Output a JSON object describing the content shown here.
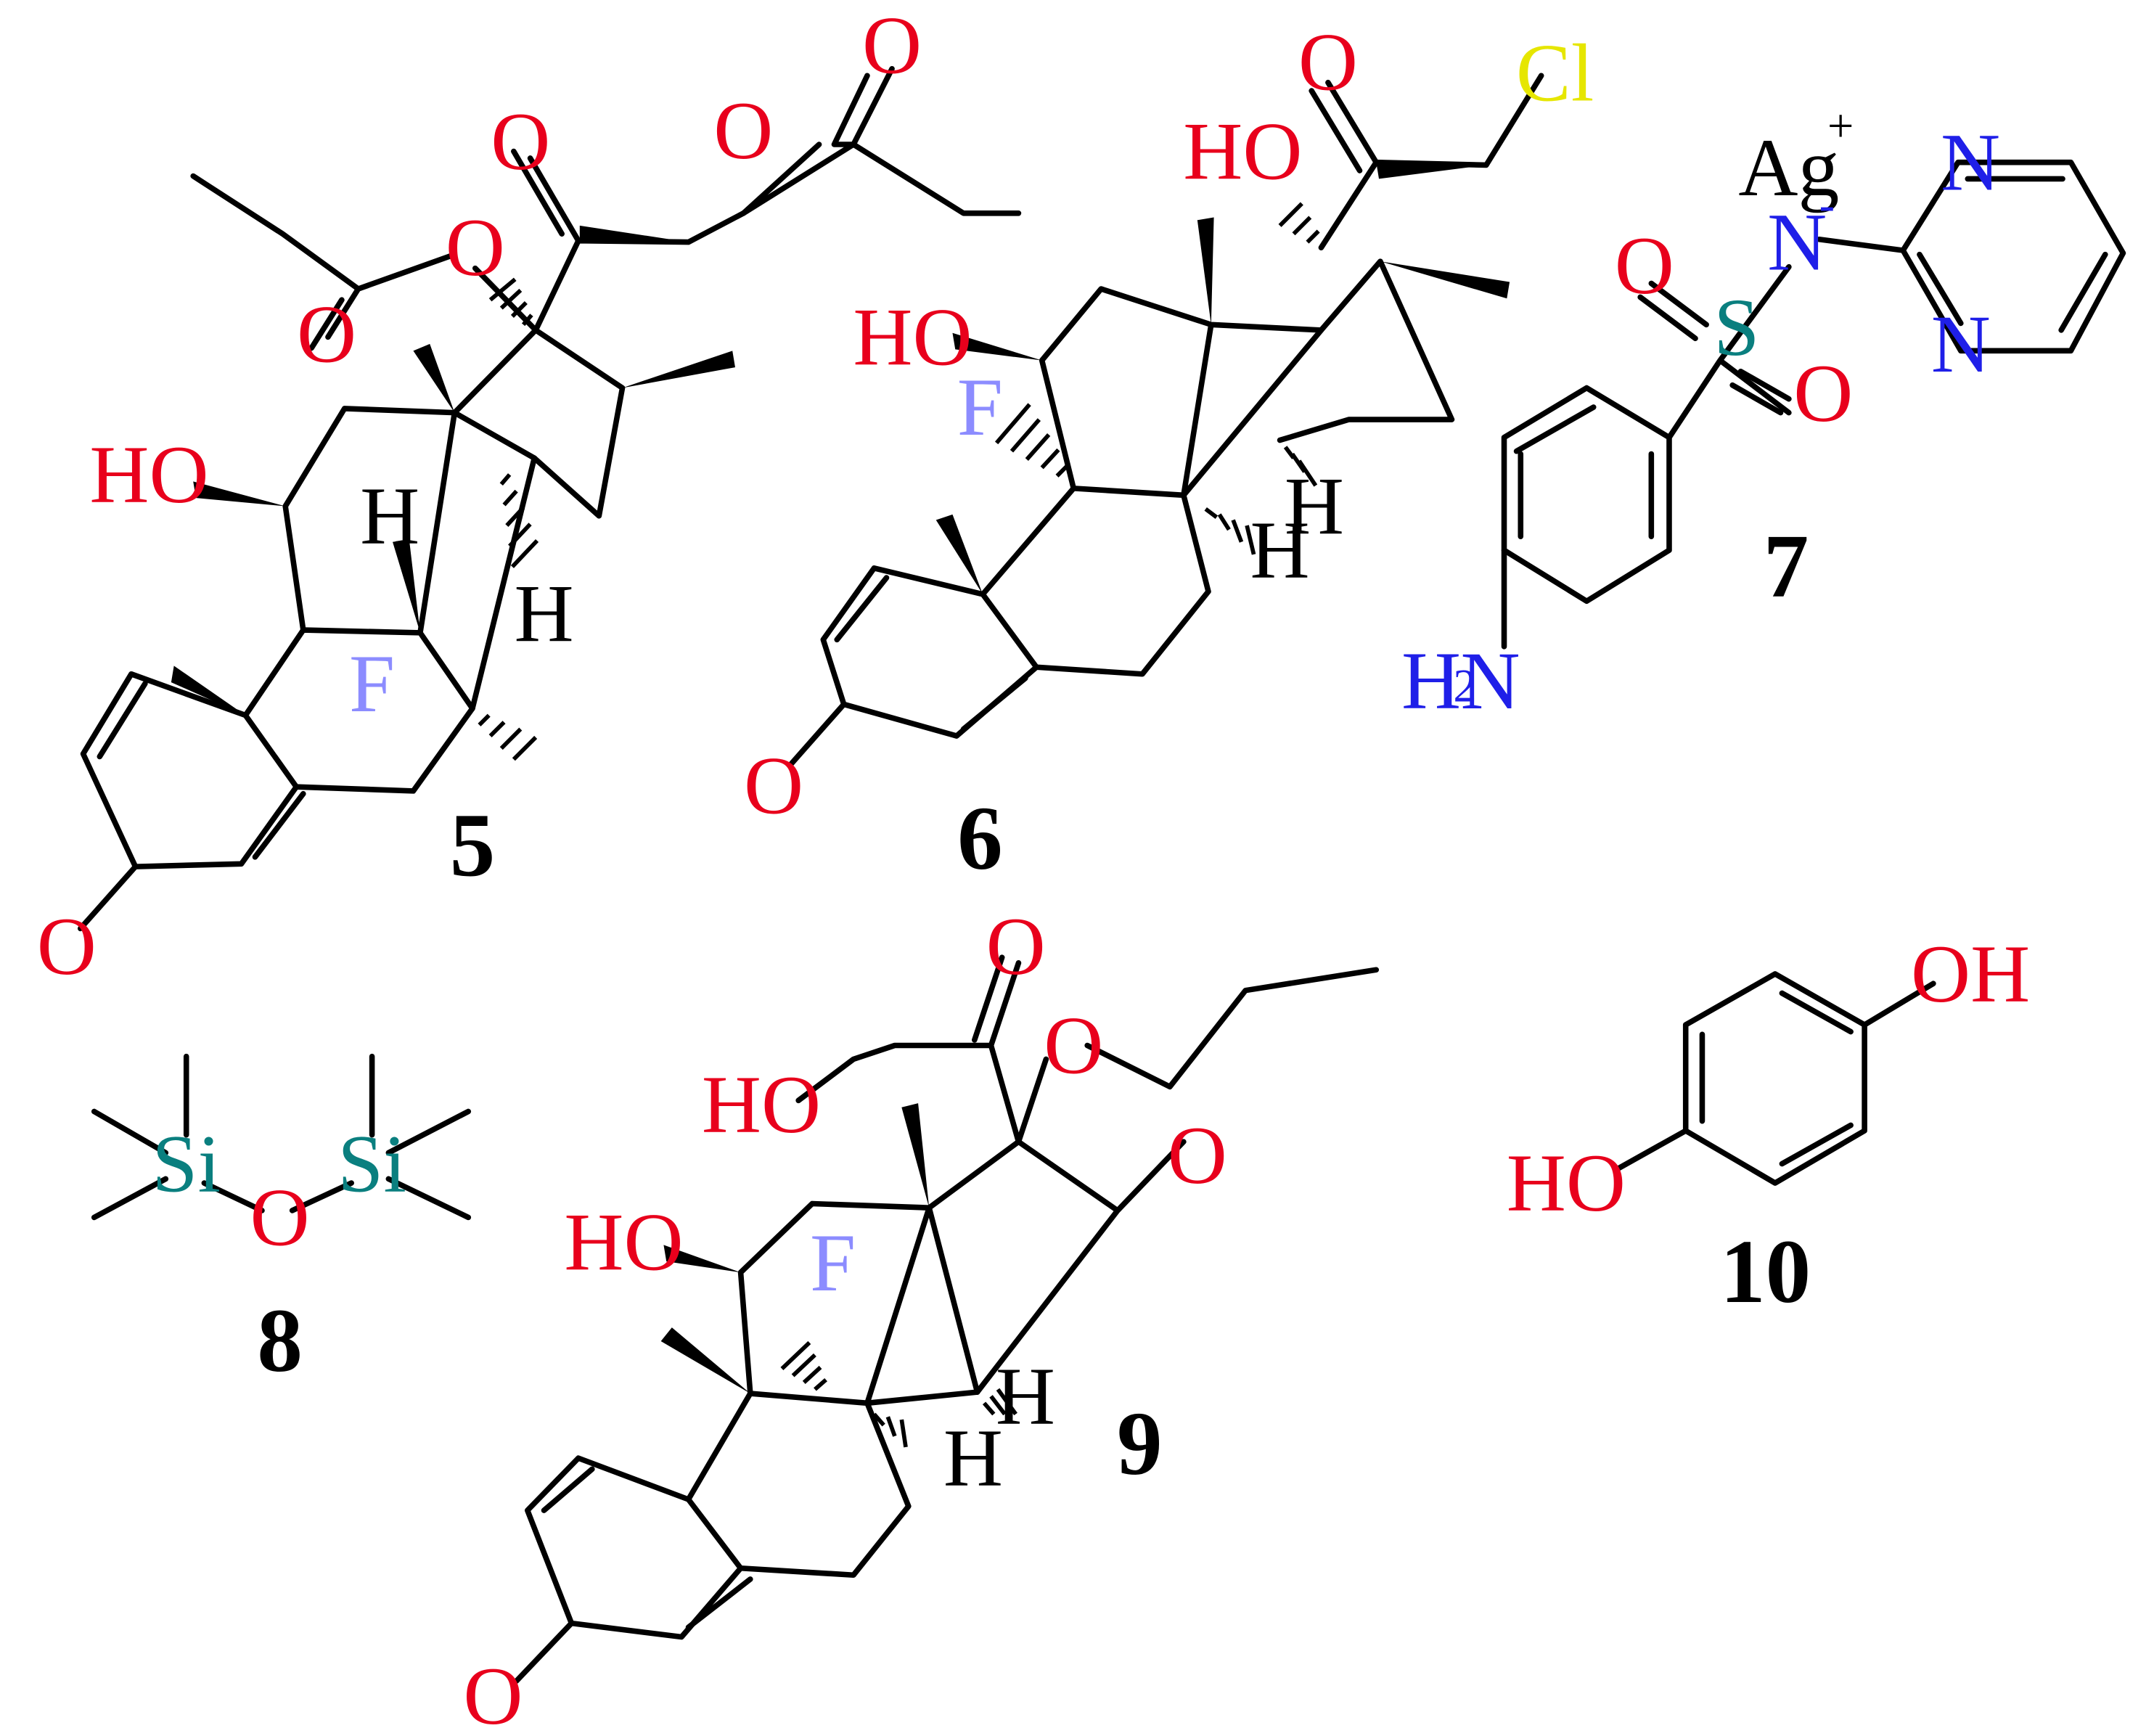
{
  "figure": {
    "compounds": [
      {
        "number": "5"
      },
      {
        "number": "6"
      },
      {
        "number": "7"
      },
      {
        "number": "8"
      },
      {
        "number": "9"
      },
      {
        "number": "10"
      }
    ]
  },
  "labels": {
    "O": "O",
    "HO": "HO",
    "OH": "OH",
    "H": "H",
    "F": "F",
    "Cl": "Cl",
    "N": "N",
    "S": "S",
    "Si": "Si",
    "H2N_H": "H",
    "H2N_sub": "2",
    "H2N_N": "N",
    "Ag": "Ag",
    "Ag_charge": "+",
    "N_charge": "-"
  },
  "colors": {
    "oxygen": "#e8001c",
    "nitrogen": "#1f1fe8",
    "fluorine": "#8c8cff",
    "chlorine": "#e6e600",
    "sulfur": "#0a7f7f",
    "silicon": "#0a7f7f",
    "carbon": "#000000"
  }
}
